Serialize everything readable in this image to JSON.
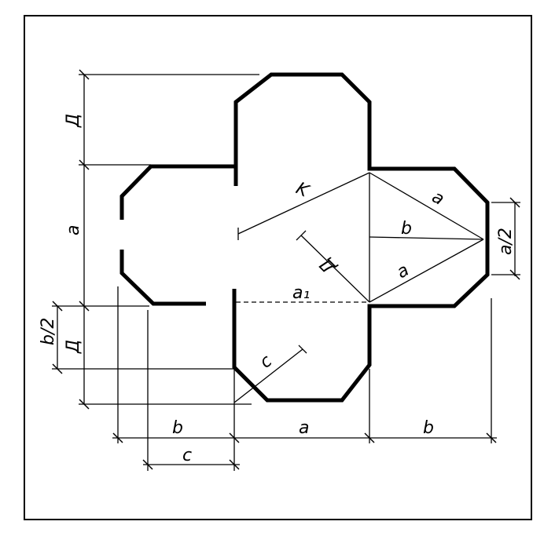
{
  "labels": {
    "left_D_top": "Д",
    "left_a": "a",
    "left_b_half": "b/2",
    "left_D_bottom": "Д",
    "bottom_b_left": "b",
    "bottom_c": "c",
    "bottom_a": "a",
    "bottom_b_right": "b",
    "K": "K",
    "inner_D": "Д",
    "inner_b": "b",
    "inner_a_top": "a",
    "inner_a_bottom": "a",
    "right_a_half": "a/2",
    "a1": "a₁",
    "inner_c": "c"
  }
}
